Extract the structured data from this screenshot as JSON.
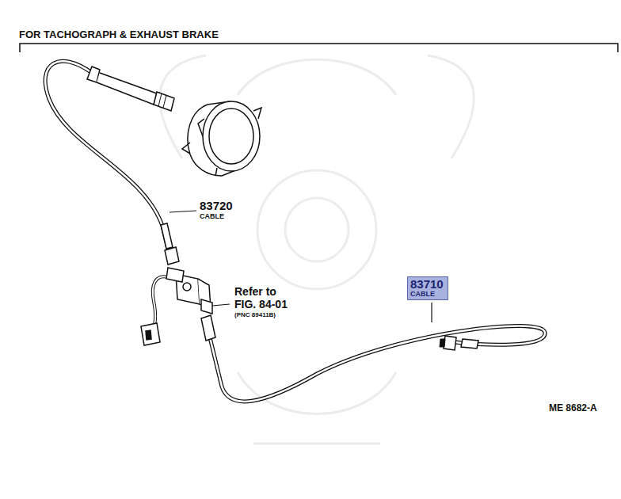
{
  "diagram": {
    "title": "FOR TACHOGRAPH & EXHAUST BRAKE",
    "nodes": [
      {
        "text": [
          "83710",
          "CABLE"
        ]
      }
    ],
    "labels": [
      "83720",
      "CABLE",
      "Refer to",
      "FIG. 84-01",
      "(PNC 89411B)",
      "ME 8682-A"
    ]
  }
}
